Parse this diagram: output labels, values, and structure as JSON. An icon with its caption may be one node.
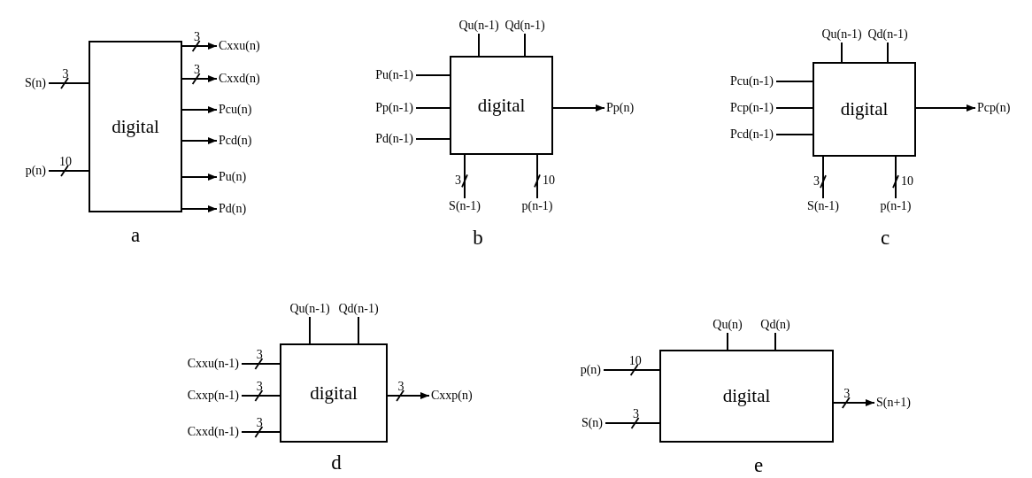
{
  "diagram": {
    "nodes": [
      {
        "text": [
          "digital"
        ]
      },
      {
        "text": [
          "S(n)"
        ]
      },
      {
        "text": [
          "p(n)"
        ]
      },
      {
        "text": [
          "Cxxu(n)"
        ]
      },
      {
        "text": [
          "Cxxd(n)"
        ]
      },
      {
        "text": [
          "Pcu(n)"
        ]
      },
      {
        "text": [
          "Pcd(n)"
        ]
      },
      {
        "text": [
          "Pu(n)"
        ]
      },
      {
        "text": [
          "Pd(n)"
        ]
      },
      {
        "text": [
          "digital"
        ]
      },
      {
        "text": [
          "Qu(n-1)"
        ]
      },
      {
        "text": [
          "Qd(n-1)"
        ]
      },
      {
        "text": [
          "Pu(n-1)"
        ]
      },
      {
        "text": [
          "Pp(n-1)"
        ]
      },
      {
        "text": [
          "Pd(n-1)"
        ]
      },
      {
        "text": [
          "Pp(n)"
        ]
      },
      {
        "text": [
          "S(n-1)"
        ]
      },
      {
        "text": [
          "p(n-1)"
        ]
      },
      {
        "text": [
          "digital"
        ]
      },
      {
        "text": [
          "Qu(n-1)"
        ]
      },
      {
        "text": [
          "Qd(n-1)"
        ]
      },
      {
        "text": [
          "Pcu(n-1)"
        ]
      },
      {
        "text": [
          "Pcp(n-1)"
        ]
      },
      {
        "text": [
          "Pcd(n-1)"
        ]
      },
      {
        "text": [
          "Pcp(n)"
        ]
      },
      {
        "text": [
          "S(n-1)"
        ]
      },
      {
        "text": [
          "p(n-1)"
        ]
      },
      {
        "text": [
          "digital"
        ]
      },
      {
        "text": [
          "Qu(n-1)"
        ]
      },
      {
        "text": [
          "Qd(n-1)"
        ]
      },
      {
        "text": [
          "Cxxu(n-1)"
        ]
      },
      {
        "text": [
          "Cxxp(n-1)"
        ]
      },
      {
        "text": [
          "Cxxd(n-1)"
        ]
      },
      {
        "text": [
          "Cxxp(n)"
        ]
      },
      {
        "text": [
          "digital"
        ]
      },
      {
        "text": [
          "Qu(n)"
        ]
      },
      {
        "text": [
          "Qd(n)"
        ]
      },
      {
        "text": [
          "p(n)"
        ]
      },
      {
        "text": [
          "S(n)"
        ]
      },
      {
        "text": [
          "S(n+1)"
        ]
      }
    ],
    "edges": [
      {
        "from": 1,
        "to": 0,
        "arrow": "none",
        "label": "3"
      },
      {
        "from": 2,
        "to": 0,
        "arrow": "none",
        "label": "10"
      },
      {
        "from": 0,
        "to": 3,
        "arrow": "to",
        "label": "3"
      },
      {
        "from": 0,
        "to": 4,
        "arrow": "to",
        "label": "3"
      },
      {
        "from": 0,
        "to": 5,
        "arrow": "to"
      },
      {
        "from": 0,
        "to": 6,
        "arrow": "to"
      },
      {
        "from": 0,
        "to": 7,
        "arrow": "to"
      },
      {
        "from": 0,
        "to": 8,
        "arrow": "to"
      },
      {
        "from": 10,
        "to": 9,
        "arrow": "none"
      },
      {
        "from": 11,
        "to": 9,
        "arrow": "none"
      },
      {
        "from": 12,
        "to": 9,
        "arrow": "none"
      },
      {
        "from": 13,
        "to": 9,
        "arrow": "none"
      },
      {
        "from": 14,
        "to": 9,
        "arrow": "none"
      },
      {
        "from": 9,
        "to": 15,
        "arrow": "to"
      },
      {
        "from": 16,
        "to": 9,
        "arrow": "none",
        "label": "3"
      },
      {
        "from": 17,
        "to": 9,
        "arrow": "none",
        "label": "10"
      },
      {
        "from": 19,
        "to": 18,
        "arrow": "none"
      },
      {
        "from": 20,
        "to": 18,
        "arrow": "none"
      },
      {
        "from": 21,
        "to": 18,
        "arrow": "none"
      },
      {
        "from": 22,
        "to": 18,
        "arrow": "none"
      },
      {
        "from": 23,
        "to": 18,
        "arrow": "none"
      },
      {
        "from": 18,
        "to": 24,
        "arrow": "to"
      },
      {
        "from": 25,
        "to": 18,
        "arrow": "none",
        "label": "3"
      },
      {
        "from": 26,
        "to": 18,
        "arrow": "none",
        "label": "10"
      },
      {
        "from": 28,
        "to": 27,
        "arrow": "none"
      },
      {
        "from": 29,
        "to": 27,
        "arrow": "none"
      },
      {
        "from": 30,
        "to": 27,
        "arrow": "none",
        "label": "3"
      },
      {
        "from": 31,
        "to": 27,
        "arrow": "none",
        "label": "3"
      },
      {
        "from": 32,
        "to": 27,
        "arrow": "none",
        "label": "3"
      },
      {
        "from": 27,
        "to": 33,
        "arrow": "to",
        "label": "3"
      },
      {
        "from": 35,
        "to": 34,
        "arrow": "none"
      },
      {
        "from": 36,
        "to": 34,
        "arrow": "none"
      },
      {
        "from": 37,
        "to": 34,
        "arrow": "none",
        "label": "10"
      },
      {
        "from": 38,
        "to": 34,
        "arrow": "none",
        "label": "3"
      },
      {
        "from": 34,
        "to": 39,
        "arrow": "to",
        "label": "3"
      }
    ],
    "labels": [
      "a",
      "b",
      "c",
      "d",
      "e"
    ]
  }
}
